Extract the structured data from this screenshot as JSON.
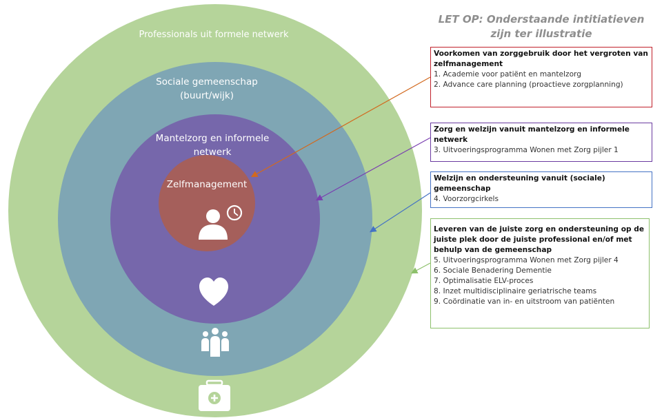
{
  "colors": {
    "outer_ring": "#b5d49a",
    "social_ring": "#7fa6b4",
    "caregiver_ring": "#7667ab",
    "self_core": "#a55f5b",
    "box1_border": "#c0202a",
    "box2_border": "#6a3aa0",
    "box3_border": "#4472c4",
    "box4_border": "#8dc06b",
    "arrow1": "#d2691e",
    "arrow2": "#7a3fb0",
    "arrow3": "#4472c4",
    "arrow4": "#8dc06b"
  },
  "rings": {
    "outer_label": "Professionals uit formele netwerk",
    "social_label_1": "Sociale gemeenschap",
    "social_label_2": "(buurt/wijk)",
    "caregiver_label_1": "Mantelzorg en informele",
    "caregiver_label_2": "netwerk",
    "core_label": "Zelfmanagement"
  },
  "icons": {
    "core_icon": "person-clock-icon",
    "heart_icon": "heart-icon",
    "group_icon": "group-icon",
    "medkit_icon": "medical-kit-icon"
  },
  "note": {
    "line1": "LET OP: Onderstaande intitiatieven",
    "line2": "zijn ter illustratie"
  },
  "boxes": [
    {
      "title_1": "Voorkomen van zorggebruik door het vergroten van",
      "title_2": "zelfmanagement",
      "items": [
        "1. Academie voor patiënt en mantelzorg",
        "2. Advance care planning (proactieve zorgplanning)"
      ]
    },
    {
      "title_1": "Zorg en welzijn vanuit mantelzorg en informele",
      "title_2": "netwerk",
      "items": [
        "3. Uitvoeringsprogramma Wonen met Zorg pijler 1"
      ]
    },
    {
      "title_1": "Welzijn en ondersteuning vanuit (sociale)",
      "title_2": "gemeenschap",
      "items": [
        "4. Voorzorgcirkels"
      ]
    },
    {
      "title_1": "Leveren van de juiste zorg en ondersteuning op de",
      "title_2": "juiste plek door de juiste professional en/of met",
      "title_3": "behulp van de gemeenschap",
      "items": [
        "5. Uitvoeringsprogramma Wonen met Zorg pijler 4",
        "6. Sociale Benadering Dementie",
        "7. Optimalisatie ELV-proces",
        "8. Inzet multidisciplinaire geriatrische teams",
        "9. Coördinatie van in- en uitstroom van patiënten"
      ]
    }
  ]
}
